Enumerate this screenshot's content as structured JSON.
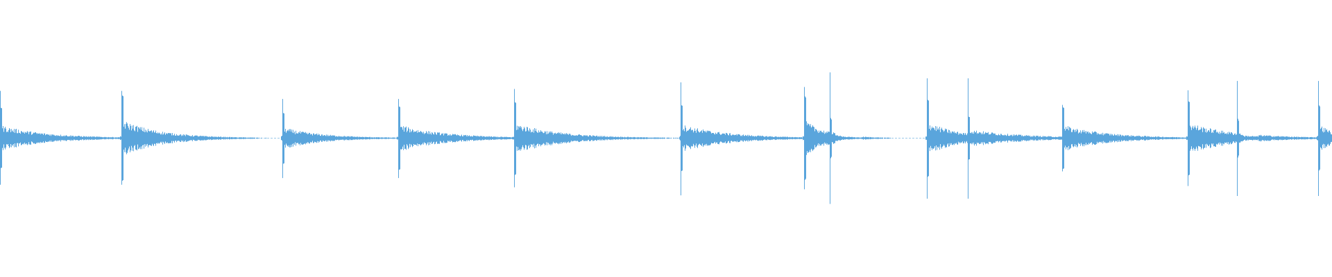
{
  "waveform": {
    "color": "#5aa5dc",
    "background": "#ffffff",
    "noise_floor": 0.005,
    "transients": [
      {
        "time": 0.0,
        "peak_up": 0.71,
        "peak_down": 0.7,
        "decay": 0.035
      },
      {
        "time": 0.091,
        "peak_up": 1.0,
        "peak_down": 1.0,
        "decay": 0.03
      },
      {
        "time": 0.212,
        "peak_up": 0.59,
        "peak_down": 0.6,
        "decay": 0.03
      },
      {
        "time": 0.299,
        "peak_up": 0.74,
        "peak_down": 0.74,
        "decay": 0.035
      },
      {
        "time": 0.386,
        "peak_up": 0.84,
        "peak_down": 0.86,
        "decay": 0.035
      },
      {
        "time": 0.511,
        "peak_up": 0.77,
        "peak_down": 0.77,
        "decay": 0.035
      },
      {
        "time": 0.604,
        "peak_up": 0.99,
        "peak_down": 0.99,
        "decay": 0.018
      },
      {
        "time": 0.623,
        "peak_up": 0.18,
        "peak_down": 0.1,
        "decay": 0.006
      },
      {
        "time": 0.696,
        "peak_up": 0.9,
        "peak_down": 0.91,
        "decay": 0.025
      },
      {
        "time": 0.727,
        "peak_up": 0.48,
        "peak_down": 0.49,
        "decay": 0.04
      },
      {
        "time": 0.798,
        "peak_up": 0.72,
        "peak_down": 0.72,
        "decay": 0.035
      },
      {
        "time": 0.892,
        "peak_up": 0.86,
        "peak_down": 0.87,
        "decay": 0.035
      },
      {
        "time": 0.929,
        "peak_up": 0.06,
        "peak_down": 0.06,
        "decay": 0.004
      },
      {
        "time": 0.99,
        "peak_up": 0.78,
        "peak_down": 0.77,
        "decay": 0.015
      }
    ]
  }
}
